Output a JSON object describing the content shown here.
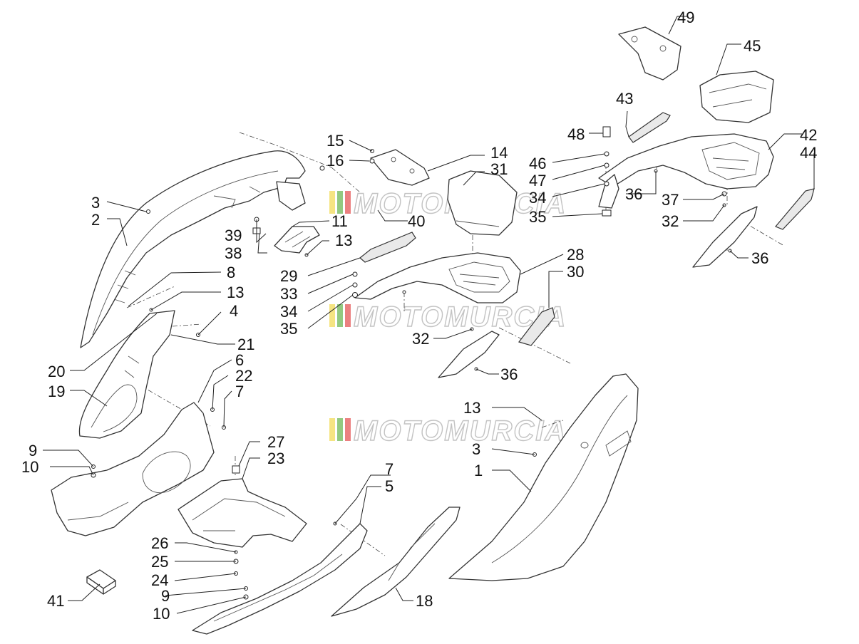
{
  "watermark": {
    "text": "MOTOMURCIA",
    "stripe_colors": [
      "#f3df6c",
      "#7fbf6a",
      "#e86a6a"
    ]
  },
  "callouts": {
    "c1": "1",
    "c2": "2",
    "c3a": "3",
    "c3b": "3",
    "c4": "4",
    "c5": "5",
    "c6": "6",
    "c7a": "7",
    "c7b": "7",
    "c8": "8",
    "c9a": "9",
    "c9b": "9",
    "c10a": "10",
    "c10b": "10",
    "c11": "11",
    "c13a": "13",
    "c13b": "13",
    "c13c": "13",
    "c14": "14",
    "c15": "15",
    "c16": "16",
    "c18": "18",
    "c19": "19",
    "c20": "20",
    "c21": "21",
    "c22": "22",
    "c23": "23",
    "c24": "24",
    "c25": "25",
    "c26": "26",
    "c27": "27",
    "c28": "28",
    "c29": "29",
    "c30": "30",
    "c31": "31",
    "c32a": "32",
    "c32b": "32",
    "c33": "33",
    "c34a": "34",
    "c34b": "34",
    "c35a": "35",
    "c35b": "35",
    "c36a": "36",
    "c36b": "36",
    "c36c": "36",
    "c37": "37",
    "c38": "38",
    "c39": "39",
    "c40": "40",
    "c41": "41",
    "c42": "42",
    "c43": "43",
    "c44": "44",
    "c45": "45",
    "c46": "46",
    "c47": "47",
    "c48": "48",
    "c49": "49"
  }
}
